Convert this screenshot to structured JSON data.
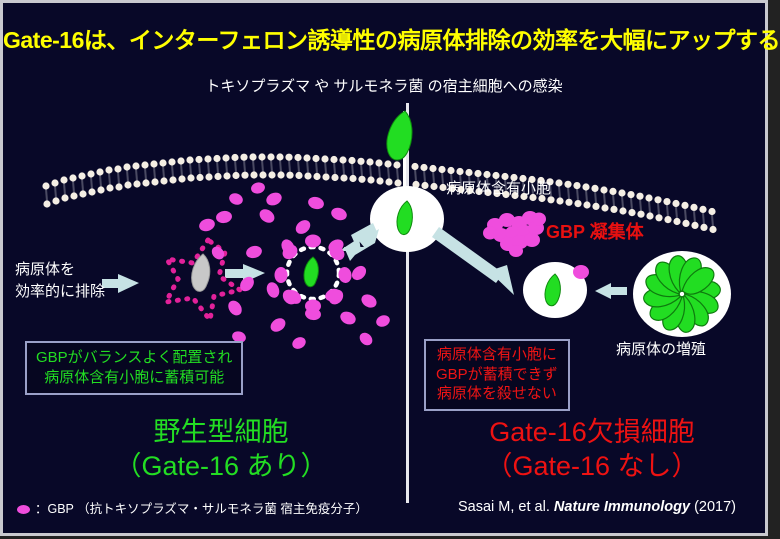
{
  "slide": {
    "background_color": "#080828",
    "border_color": "#c9c9cf",
    "title": "Gate-16は、インターフェロン誘導性の病原体排除の効率を大幅にアップする",
    "title_color": "#ffff00",
    "subtitle": "トキソプラズマ や サルモネラ菌 の宿主細胞への感染"
  },
  "labels": {
    "vesicle": "病原体含有小胞",
    "gbp_aggregate": "GBP 凝集体",
    "gbp_aggregate_color": "#e81010",
    "efficient_exclusion_line1": "病原体を",
    "efficient_exclusion_line2": "効率的に排除",
    "proliferation": "病原体の増殖"
  },
  "callout_green": {
    "border_color": "#9aa0c8",
    "text_color": "#22dd22",
    "line1": "GBPがバランスよく配置され",
    "line2": "病原体含有小胞に蓄積可能"
  },
  "callout_red": {
    "border_color": "#9aa0c8",
    "text_color": "#ef1414",
    "line1": "病原体含有小胞に",
    "line2": "GBPが蓄積できず",
    "line3": "病原体を殺せない"
  },
  "panel_left": {
    "caption_line1": "野生型細胞",
    "caption_line2": "（Gate-16 あり）",
    "caption_color": "#23dd23"
  },
  "panel_right": {
    "caption_line1": "Gate-16欠損細胞",
    "caption_line2": "（Gate-16 なし）",
    "caption_color": "#ee1212"
  },
  "legend": {
    "marker_color": "#ef4ddd",
    "text": "：GBP （抗トキソプラズマ・サルモネラ菌 宿主免疫分子）"
  },
  "citation": {
    "authors": "Sasai M, et al. ",
    "journal": "Nature Immunology",
    "year": " (2017)"
  },
  "colors": {
    "pathogen_green": "#22dd22",
    "dead_pathogen_gray": "#c8c8c8",
    "gbp_magenta": "#ef4ddd",
    "arrow_blue": "#c6e2e4",
    "membrane_white": "#f4eee4",
    "vesicle_white": "#ffffff"
  }
}
